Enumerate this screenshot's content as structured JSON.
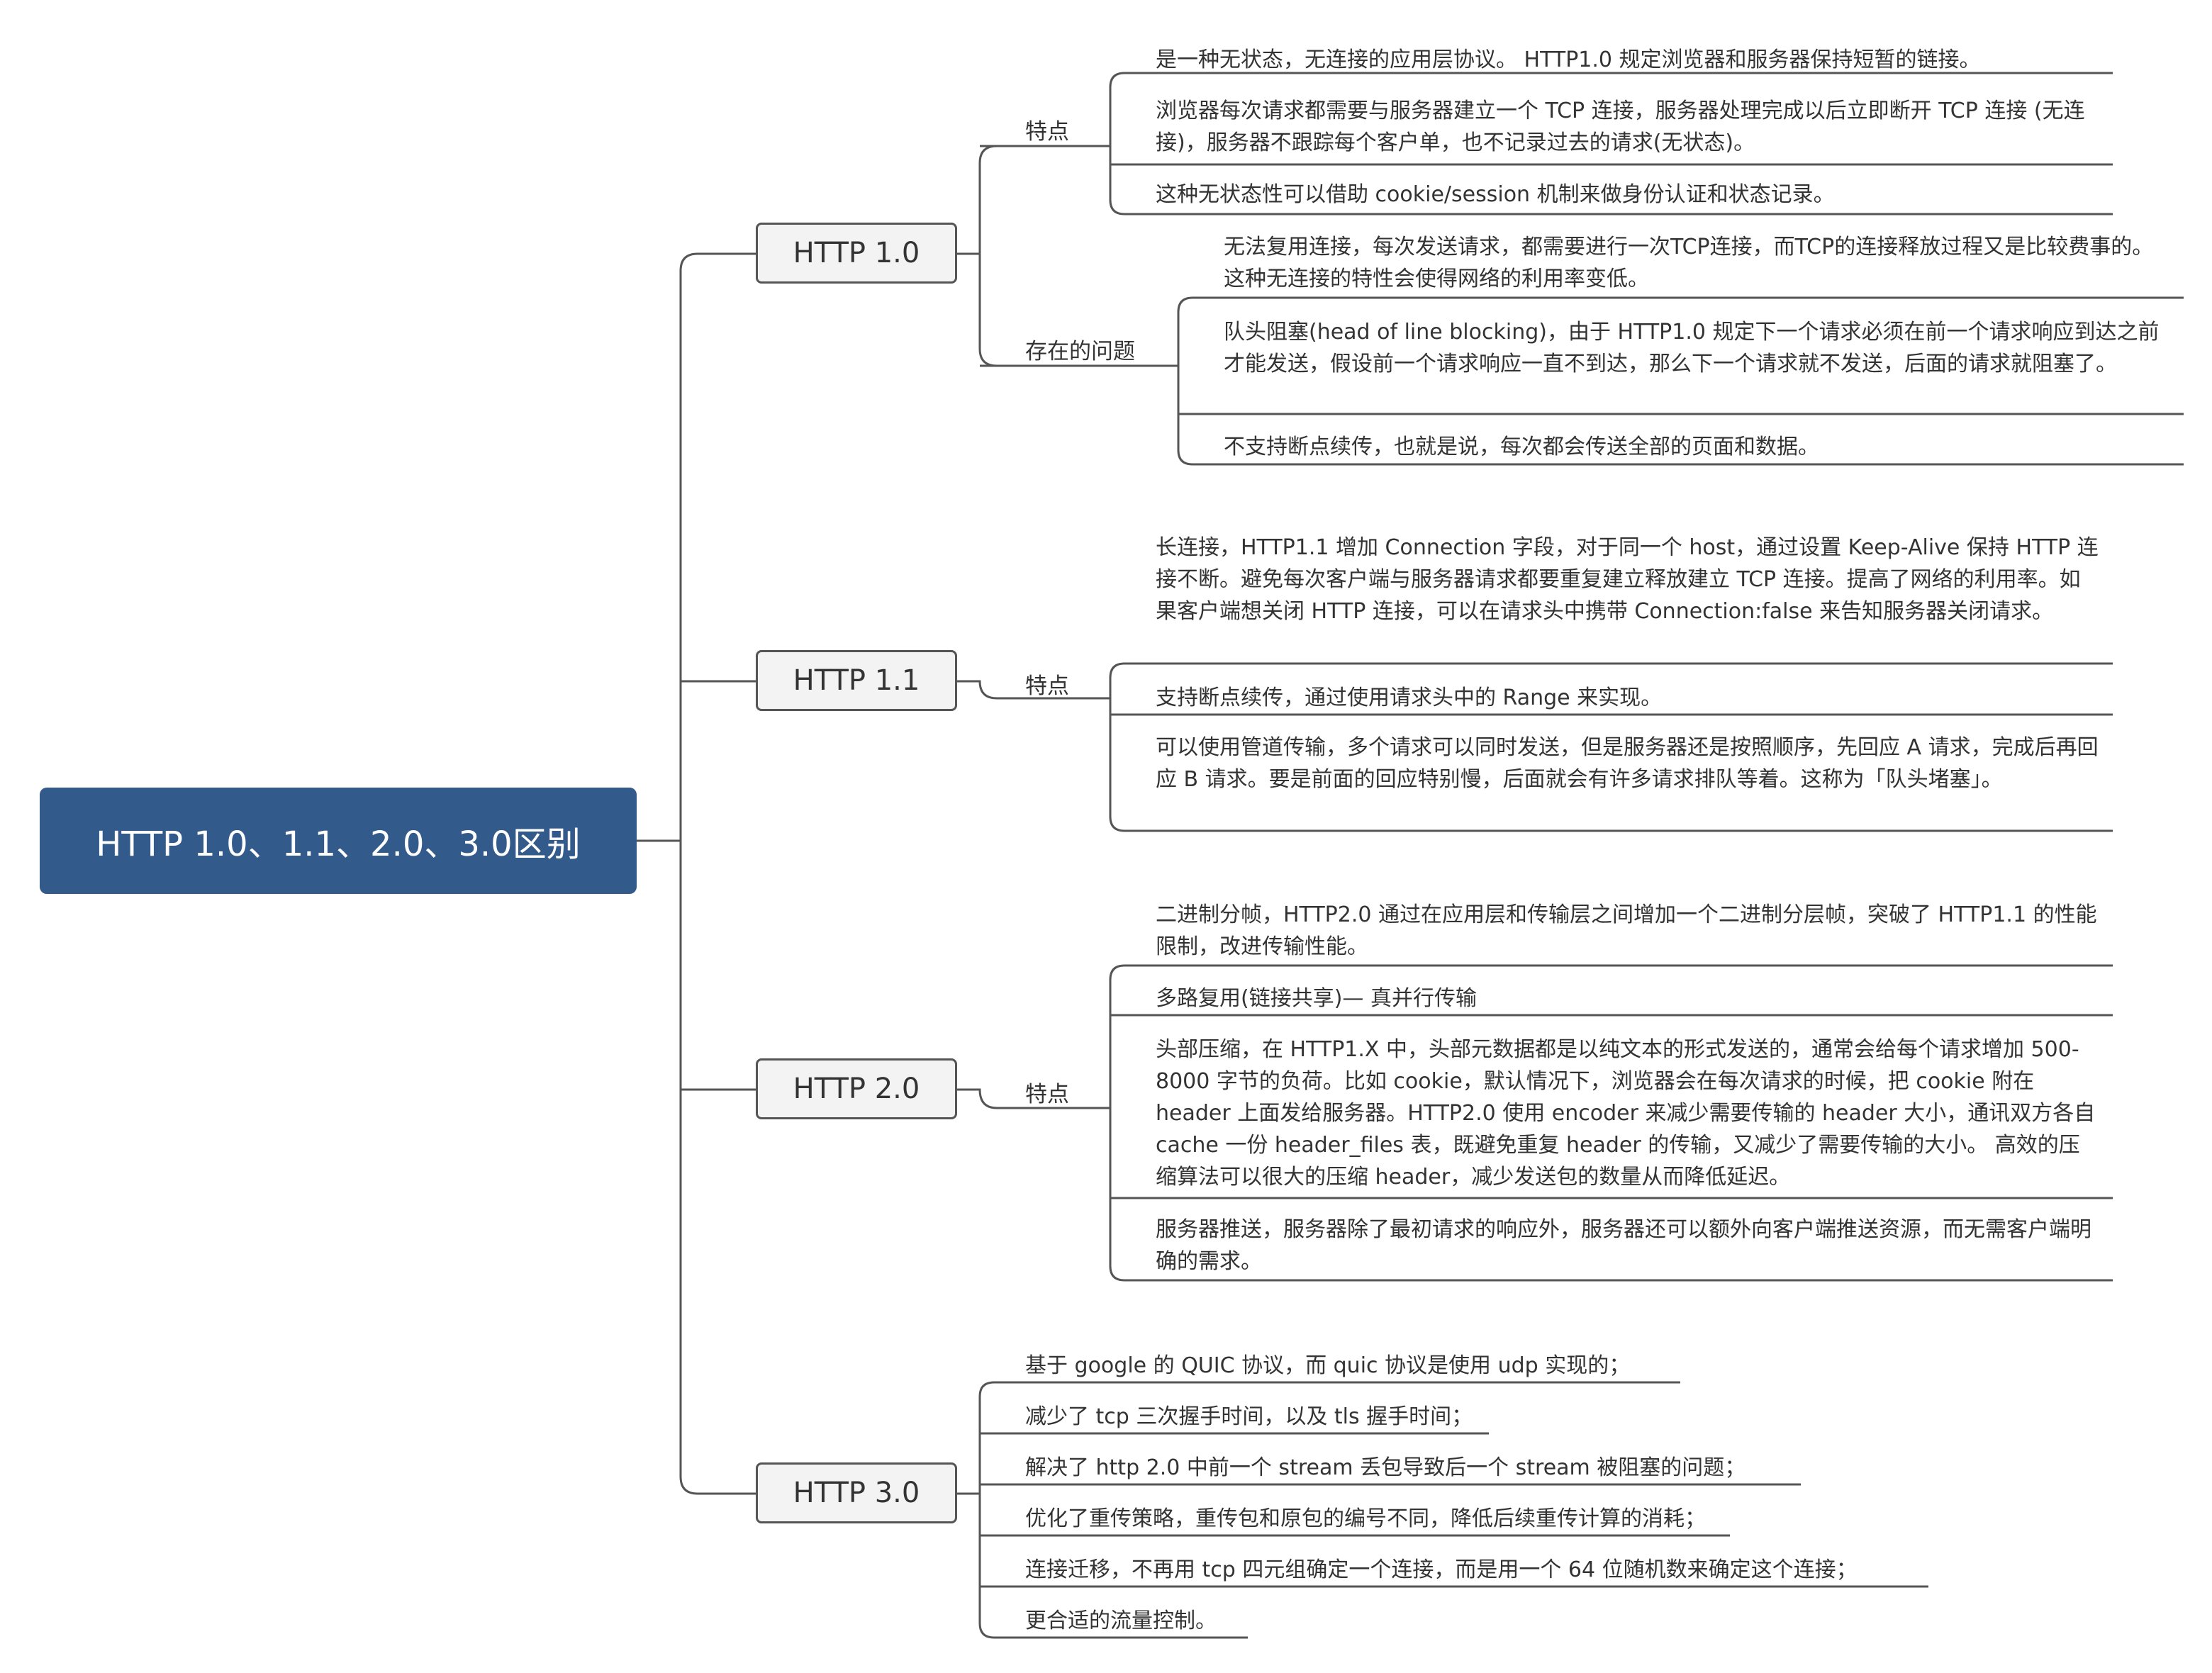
{
  "root": {
    "label": "HTTP 1.0、1.1、2.0、3.0区别"
  },
  "http10": {
    "label": "HTTP 1.0",
    "features_label": "特点",
    "features": [
      "是一种无状态，无连接的应用层协议。 HTTP1.0 规定浏览器和服务器保持短暂的链接。",
      "浏览器每次请求都需要与服务器建立一个 TCP 连接，服务器处理完成以后立即断开 TCP 连接 (无连接)，服务器不跟踪每个客户单，也不记录过去的请求(无状态)。",
      "这种无状态性可以借助 cookie/session 机制来做身份认证和状态记录。"
    ],
    "problems_label": "存在的问题",
    "problems": [
      "无法复用连接，每次发送请求，都需要进行一次TCP连接，而TCP的连接释放过程又是比较费事的。这种无连接的特性会使得网络的利用率变低。",
      "队头阻塞(head of line blocking)，由于 HTTP1.0 规定下一个请求必须在前一个请求响应到达之前才能发送，假设前一个请求响应一直不到达，那么下一个请求就不发送，后面的请求就阻塞了。",
      "不支持断点续传，也就是说，每次都会传送全部的页面和数据。"
    ]
  },
  "http11": {
    "label": "HTTP 1.1",
    "features_label": "特点",
    "features": [
      "长连接，HTTP1.1 增加 Connection 字段，对于同一个 host，通过设置 Keep-Alive 保持 HTTP 连接不断。避免每次客户端与服务器请求都要重复建立释放建立 TCP 连接。提高了网络的利用率。如果客户端想关闭 HTTP 连接，可以在请求头中携带 Connection:false 来告知服务器关闭请求。",
      "支持断点续传，通过使用请求头中的 Range 来实现。",
      "可以使用管道传输，多个请求可以同时发送，但是服务器还是按照顺序，先回应 A 请求，完成后再回应 B 请求。要是前面的回应特别慢，后面就会有许多请求排队等着。这称为「队头堵塞」。"
    ]
  },
  "http20": {
    "label": "HTTP 2.0",
    "features_label": "特点",
    "features": [
      "二进制分帧，HTTP2.0 通过在应用层和传输层之间增加一个二进制分层帧，突破了 HTTP1.1 的性能限制，改进传输性能。",
      "多路复用(链接共享)— 真并行传输",
      "头部压缩，在 HTTP1.X 中，头部元数据都是以纯文本的形式发送的，通常会给每个请求增加 500-8000 字节的负荷。比如 cookie，默认情况下，浏览器会在每次请求的时候，把 cookie 附在 header 上面发给服务器。HTTP2.0 使用 encoder 来减少需要传输的 header 大小，通讯双方各自 cache 一份 header_files 表，既避免重复 header 的传输，又减少了需要传输的大小。 高效的压缩算法可以很大的压缩 header，减少发送包的数量从而降低延迟。",
      "服务器推送，服务器除了最初请求的响应外，服务器还可以额外向客户端推送资源，而无需客户端明确的需求。"
    ]
  },
  "http30": {
    "label": "HTTP 3.0",
    "items": [
      "基于 google 的 QUIC 协议，而 quic 协议是使用 udp 实现的；",
      "减少了 tcp 三次握手时间，以及 tls 握手时间；",
      "解决了 http 2.0 中前一个 stream 丢包导致后一个 stream 被阻塞的问题；",
      "优化了重传策略，重传包和原包的编号不同，降低后续重传计算的消耗；",
      "连接迁移，不再用 tcp 四元组确定一个连接，而是用一个 64 位随机数来确定这个连接；",
      "更合适的流量控制。"
    ]
  },
  "colors": {
    "root_fill": "#325b8c",
    "node_fill": "#f3f3f3",
    "line": "#555555"
  }
}
